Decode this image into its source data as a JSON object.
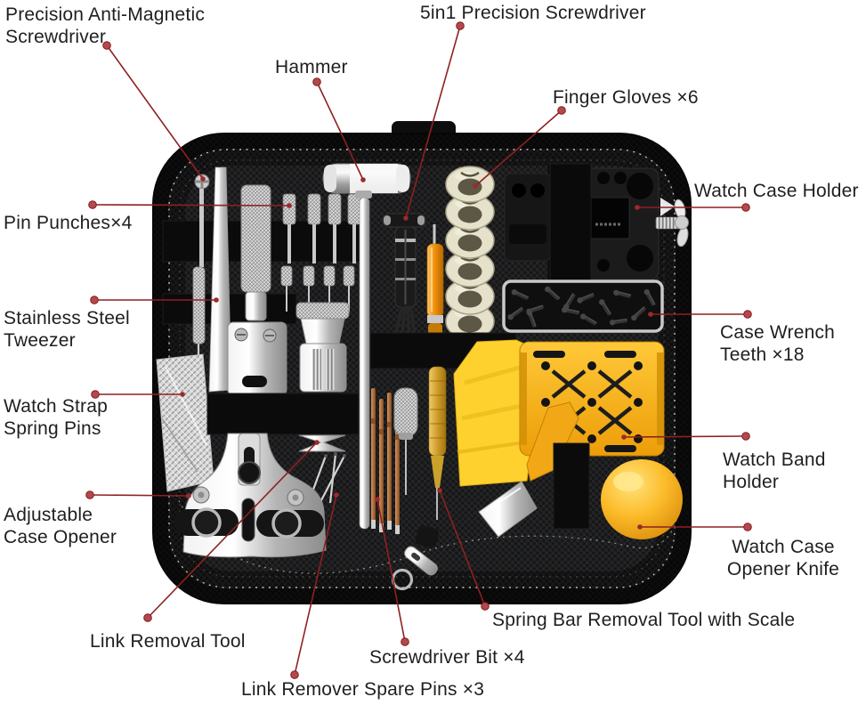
{
  "figure": {
    "description": "Watch repair tool kit in a black zip case with labeled contents",
    "label_count": 16
  },
  "callouts": [
    {
      "id": "precision-anti-magnetic-screwdriver",
      "text": "Precision Anti-Magnetic\nScrewdriver"
    },
    {
      "id": "hammer",
      "text": "Hammer"
    },
    {
      "id": "5in1-precision-screwdriver",
      "text": "5in1 Precision Screwdriver"
    },
    {
      "id": "finger-gloves",
      "text": "Finger Gloves ×6"
    },
    {
      "id": "watch-case-holder",
      "text": "Watch Case Holder"
    },
    {
      "id": "pin-punches",
      "text": "Pin Punches×4"
    },
    {
      "id": "stainless-steel-tweezer",
      "text": "Stainless Steel\nTweezer"
    },
    {
      "id": "watch-strap-spring-pins",
      "text": "Watch Strap\nSpring Pins"
    },
    {
      "id": "adjustable-case-opener",
      "text": "Adjustable\nCase Opener"
    },
    {
      "id": "link-removal-tool",
      "text": "Link Removal Tool"
    },
    {
      "id": "link-remover-spare-pins",
      "text": "Link Remover Spare Pins ×3"
    },
    {
      "id": "screwdriver-bit",
      "text": "Screwdriver Bit ×4"
    },
    {
      "id": "spring-bar-removal-tool",
      "text": "Spring Bar Removal Tool with Scale"
    },
    {
      "id": "case-wrench-teeth",
      "text": "Case Wrench\nTeeth ×18"
    },
    {
      "id": "watch-band-holder",
      "text": "Watch Band\nHolder"
    },
    {
      "id": "watch-case-opener-knife",
      "text": "Watch Case\nOpener Knife"
    }
  ],
  "colors": {
    "background": "#ffffff",
    "label_text": "#1f1f1f",
    "leader_line": "#8e2023",
    "leader_dot": "#b14a4e",
    "case_fabric": "#141414",
    "metal_silver": "#d9d9d9",
    "accent_yellow": "#f5a81c",
    "glove_cream": "#e5e1ca",
    "bit_copper": "#b87645"
  }
}
